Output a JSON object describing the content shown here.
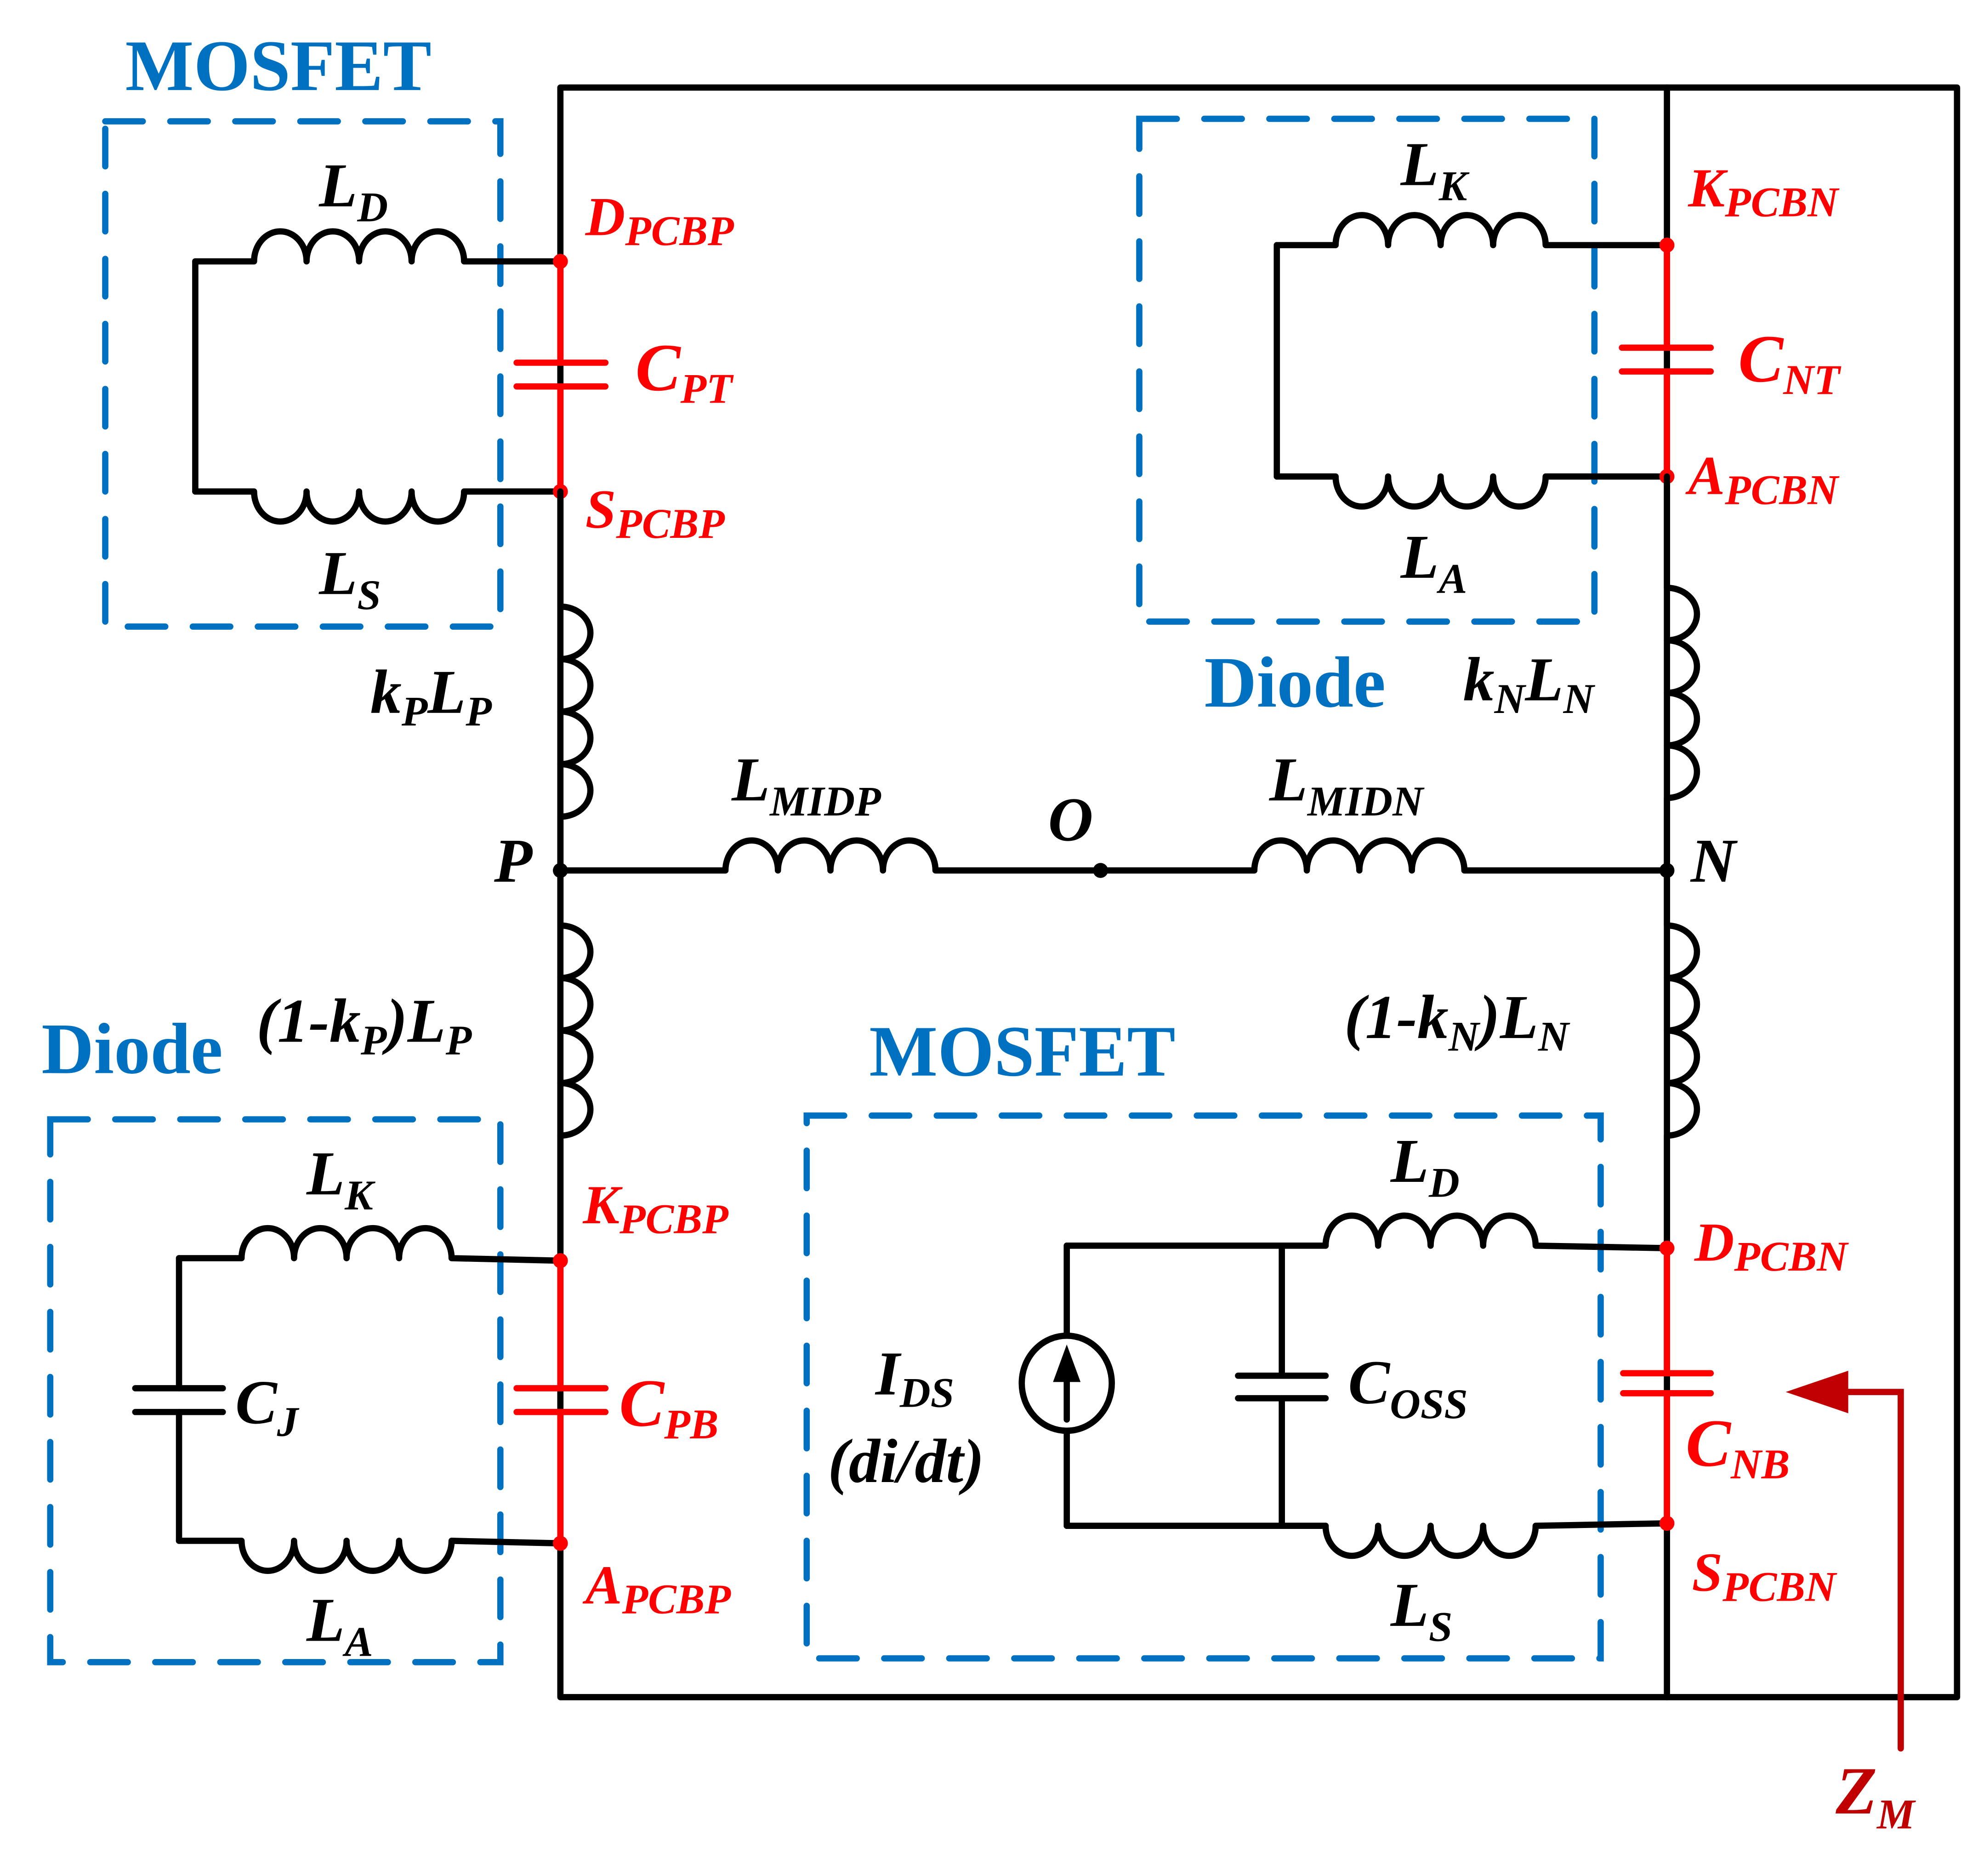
{
  "colors": {
    "wire": "#000000",
    "pcb_capacitor": "#ff0000",
    "module_box": "#0070c0",
    "impedance_arrow": "#c00000"
  },
  "blocks": {
    "top_left": "MOSFET",
    "top_right": "Diode",
    "bottom_left": "Diode",
    "bottom_right": "MOSFET"
  },
  "top_left_mosfet": {
    "ld": {
      "main": "L",
      "sub": "D"
    },
    "ls": {
      "main": "L",
      "sub": "S"
    },
    "cpt": {
      "main": "C",
      "sub": "PT"
    },
    "d_node": {
      "main": "D",
      "sub": "PCBP"
    },
    "s_node": {
      "main": "S",
      "sub": "PCBP"
    }
  },
  "top_right_diode": {
    "lk": {
      "main": "L",
      "sub": "K"
    },
    "la": {
      "main": "L",
      "sub": "A"
    },
    "cnt": {
      "main": "C",
      "sub": "NT"
    },
    "k_node": {
      "main": "K",
      "sub": "PCBN"
    },
    "a_node": {
      "main": "A",
      "sub": "PCBN"
    }
  },
  "bus": {
    "kp_lp": {
      "k": "k",
      "ksub": "P",
      "l": "L",
      "lsub": "P"
    },
    "kn_ln": {
      "k": "k",
      "ksub": "N",
      "l": "L",
      "lsub": "N"
    },
    "one_minus_kp_lp": {
      "pre": "(1-k",
      "ksub": "P",
      "mid": ")L",
      "lsub": "P"
    },
    "one_minus_kn_ln": {
      "pre": "(1-k",
      "ksub": "N",
      "mid": ")L",
      "lsub": "N"
    },
    "lmidp": {
      "main": "L",
      "sub": "MIDP"
    },
    "lmidn": {
      "main": "L",
      "sub": "MIDN"
    },
    "node_p": "P",
    "node_o": "O",
    "node_n": "N"
  },
  "bottom_left_diode": {
    "lk": {
      "main": "L",
      "sub": "K"
    },
    "la": {
      "main": "L",
      "sub": "A"
    },
    "cj": {
      "main": "C",
      "sub": "J"
    },
    "cpb": {
      "main": "C",
      "sub": "PB"
    },
    "k_node": {
      "main": "K",
      "sub": "PCBP"
    },
    "a_node": {
      "main": "A",
      "sub": "PCBP"
    }
  },
  "bottom_right_mosfet": {
    "ld": {
      "main": "L",
      "sub": "D"
    },
    "ls": {
      "main": "L",
      "sub": "S"
    },
    "coss": {
      "main": "C",
      "sub": "OSS"
    },
    "ids": {
      "main": "I",
      "sub": "DS"
    },
    "ids_note": "(di/dt)",
    "cnb": {
      "main": "C",
      "sub": "NB"
    },
    "d_node": {
      "main": "D",
      "sub": "PCBN"
    },
    "s_node": {
      "main": "S",
      "sub": "PCBN"
    }
  },
  "impedance": {
    "main": "Z",
    "sub": "M"
  }
}
